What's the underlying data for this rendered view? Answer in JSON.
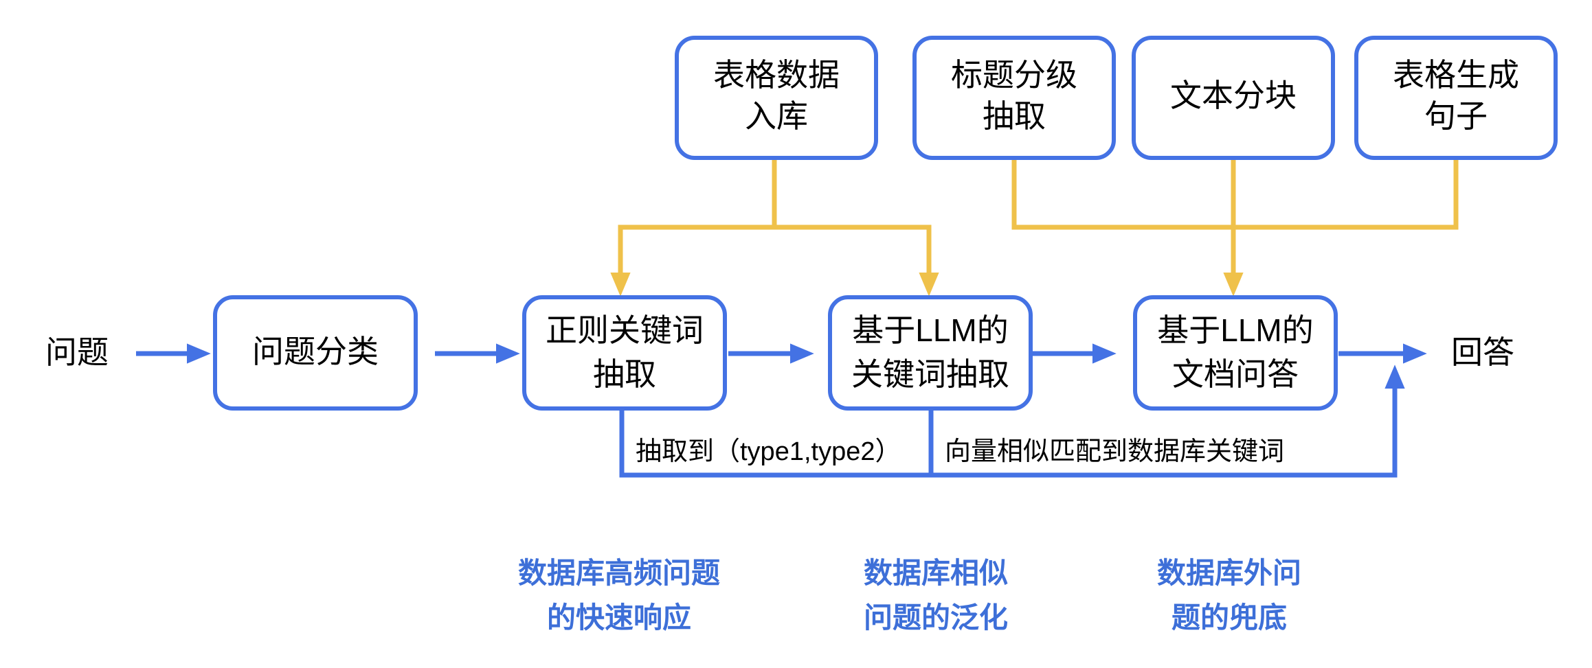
{
  "diagram": {
    "title_present": false,
    "colors": {
      "box_border": "#4472E4",
      "box_fill": "#ffffff",
      "blue_arrow": "#4472E4",
      "yellow_arrow": "#EFC14A",
      "caption_blue": "#3D6FD8",
      "text_black": "#000000",
      "background": "#ffffff"
    },
    "start_label": "问题",
    "end_label": "回答",
    "top_nodes": [
      {
        "id": "table-data-ingest",
        "line1": "表格数据",
        "line2": "入库"
      },
      {
        "id": "heading-hierarchy-extract",
        "line1": "标题分级",
        "line2": "抽取"
      },
      {
        "id": "text-chunking",
        "line1": "文本分块",
        "line2": ""
      },
      {
        "id": "table-to-sentence",
        "line1": "表格生成",
        "line2": "句子"
      }
    ],
    "main_nodes": [
      {
        "id": "question-classification",
        "line1": "问题分类",
        "line2": ""
      },
      {
        "id": "regex-keyword-extract",
        "line1": "正则关键词",
        "line2": "抽取"
      },
      {
        "id": "llm-keyword-extract",
        "line1": "基于LLM的",
        "line2": "关键词抽取"
      },
      {
        "id": "llm-doc-qa",
        "line1": "基于LLM的",
        "line2": "文档问答"
      }
    ],
    "edge_labels": [
      {
        "id": "extracted-types",
        "text": "抽取到（type1,type2）"
      },
      {
        "id": "vector-similarity-match",
        "text": "向量相似匹配到数据库关键词"
      }
    ],
    "captions": [
      {
        "id": "db-high-frequency",
        "line1": "数据库高频问题",
        "line2": "的快速响应"
      },
      {
        "id": "db-similar-question",
        "line1": "数据库相似",
        "line2": "问题的泛化"
      },
      {
        "id": "db-out-of-scope",
        "line1": "数据库外问",
        "line2": "题的兜底"
      }
    ]
  }
}
